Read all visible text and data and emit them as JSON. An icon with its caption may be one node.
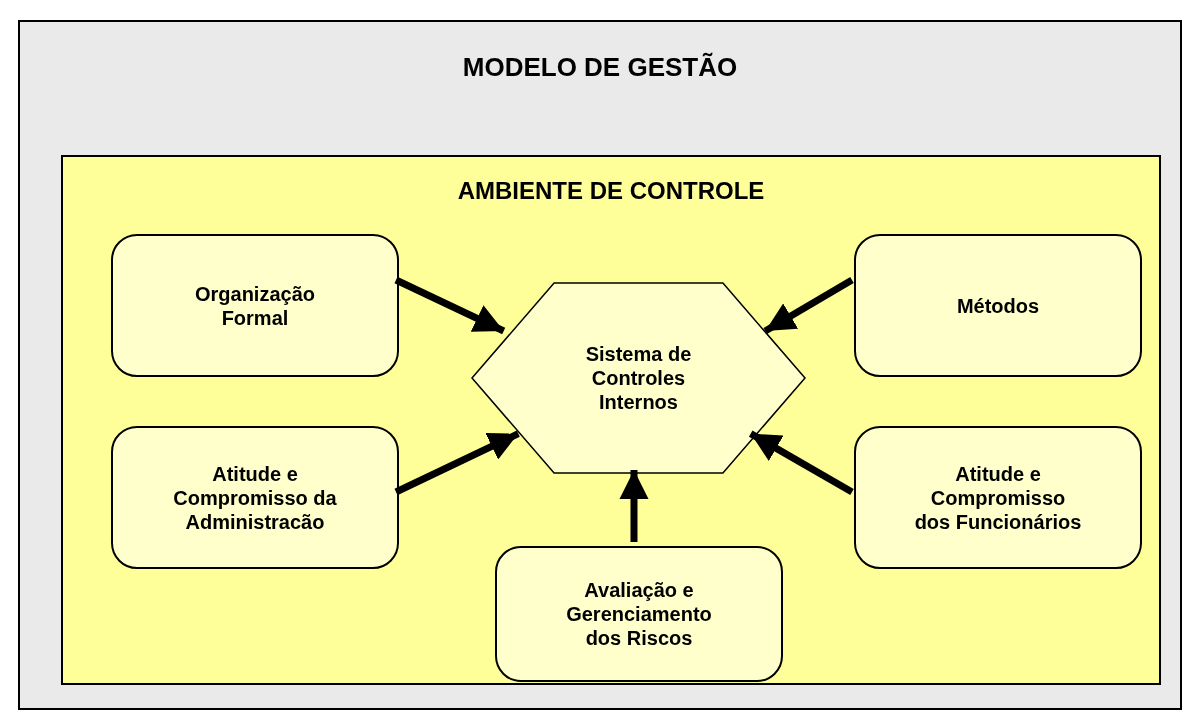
{
  "diagram": {
    "nodes": [
      {
        "text": [
          "MODELO DE GESTÃO"
        ]
      },
      {
        "text": [
          "AMBIENTE DE CONTROLE"
        ],
        "in": 0
      },
      {
        "text": [
          "Organização Formal"
        ],
        "in": 1
      },
      {
        "text": [
          "Sistema de Controles Internos"
        ],
        "in": 1
      },
      {
        "text": [
          "Métodos"
        ],
        "in": 1
      },
      {
        "text": [
          "Atitude e Compromisso da Administracão"
        ],
        "in": 1
      },
      {
        "text": [
          "Avaliação e Gerenciamento dos Riscos"
        ],
        "in": 1
      },
      {
        "text": [
          "Atitude e Compromisso dos Funcionários"
        ],
        "in": 1
      }
    ],
    "edges": [
      {
        "from": 2,
        "to": 3,
        "arrow": "to"
      },
      {
        "from": 4,
        "to": 3,
        "arrow": "to"
      },
      {
        "from": 5,
        "to": 3,
        "arrow": "to"
      },
      {
        "from": 6,
        "to": 3,
        "arrow": "to"
      },
      {
        "from": 7,
        "to": 3,
        "arrow": "to"
      }
    ]
  }
}
